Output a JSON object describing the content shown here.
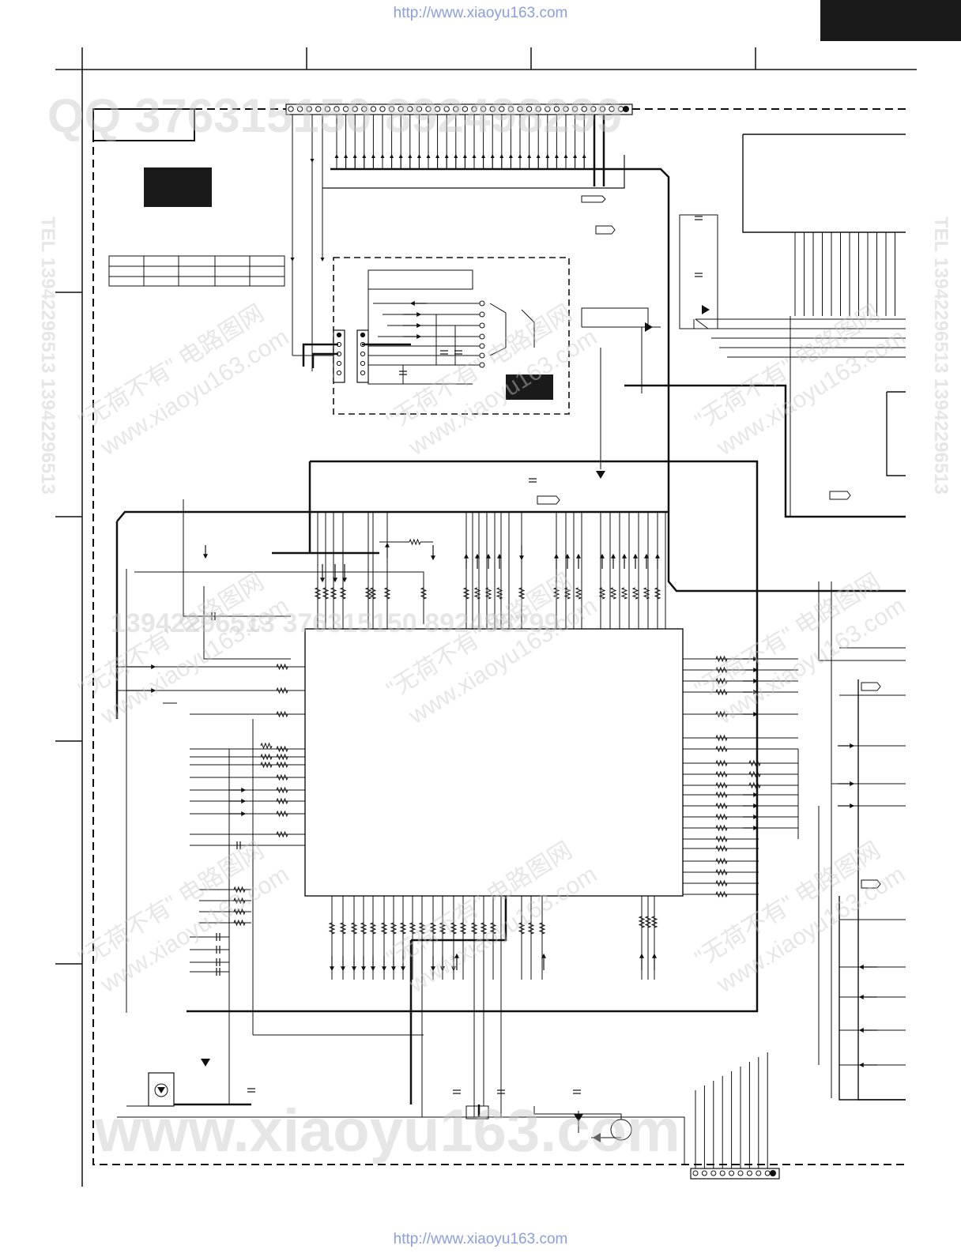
{
  "page": {
    "url_top": "http://www.xiaoyu163.com",
    "url_bottom": "http://www.xiaoyu163.com"
  },
  "watermarks": {
    "qq_line": "QQ 376315150  892498299",
    "site_line": "www.xiaoyu163.com",
    "chinese_tag": "\"无荷不有\" 电路图网",
    "tel_line": "TEL 13942296513  13942296513",
    "number_line": "13942296513  376315150  892498299"
  },
  "colors": {
    "line": "#111111",
    "watermark": "#c8c8c8",
    "url": "#8aa0dd",
    "block_fill": "#1a1a1a"
  }
}
